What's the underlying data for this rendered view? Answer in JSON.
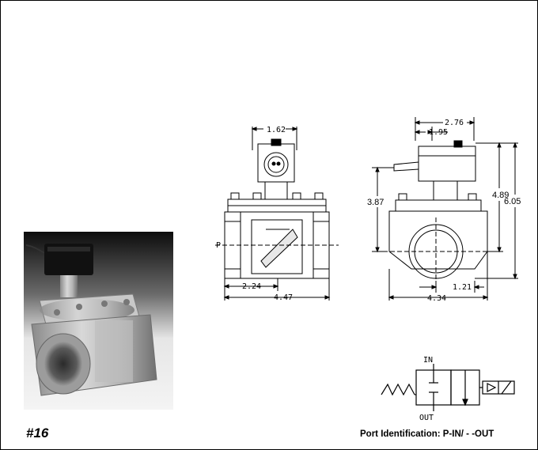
{
  "model_number": "#16",
  "port_identification": "Port Identification: P-IN/ - -OUT",
  "front_view": {
    "solenoid_width": "1.62",
    "port_marker": "P",
    "half_length": "2.24",
    "overall_length": "4.47"
  },
  "side_view": {
    "coil_offset_outer": "2.76",
    "coil_offset_inner": "1.95",
    "base_height": "3.87",
    "mid_height": "4.89",
    "overall_height": "6.05",
    "port_offset": "1.21",
    "overall_width": "4.34"
  },
  "schematic": {
    "in_label": "IN",
    "out_label": "OUT"
  }
}
